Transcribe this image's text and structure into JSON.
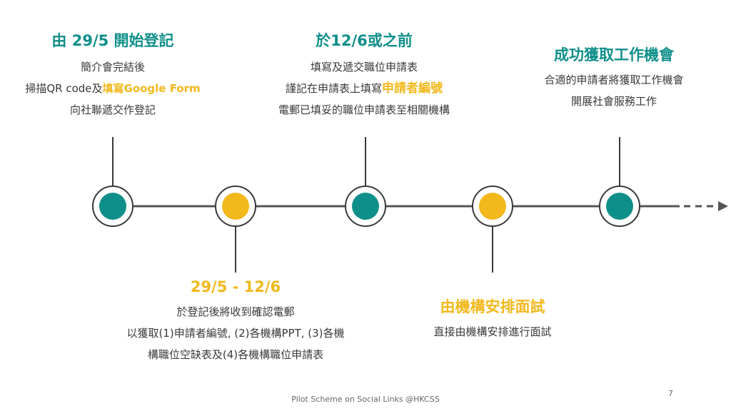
{
  "colors": {
    "teal": "#0f8f8a",
    "gold": "#f2b81c",
    "line": "#555555",
    "node_ring": "#3a3a3a"
  },
  "milestones": [
    {
      "title": "由 29/5 開始登記",
      "lines": [
        {
          "text": "簡介會完結後",
          "highlight": ""
        },
        {
          "text": "掃描QR code及",
          "highlight": "填寫Google Form"
        },
        {
          "text": "向社聯遞交作登記",
          "highlight": ""
        }
      ]
    },
    {
      "title": "29/5 - 12/6",
      "lines": [
        {
          "text": "於登記後將收到確認電郵",
          "highlight": ""
        },
        {
          "text": "以獲取(1)申請者編號, (2)各機構PPT, (3)各機",
          "highlight": ""
        },
        {
          "text": "構職位空缺表及(4)各機構職位申請表",
          "highlight": ""
        }
      ]
    },
    {
      "title": "於12/6或之前",
      "lines": [
        {
          "text": "填寫及遞交職位申請表",
          "highlight": ""
        },
        {
          "text": "謹記在申請表上填寫",
          "highlight": "申請者編號"
        },
        {
          "text": "電郵已填妥的職位申請表至相關機構",
          "highlight": ""
        }
      ]
    },
    {
      "title": "由機構安排面試",
      "lines": [
        {
          "text": "直接由機構安排進行面試",
          "highlight": ""
        }
      ]
    },
    {
      "title": "成功獲取工作機會",
      "lines": [
        {
          "text": "合適的申請者將獲取工作機會",
          "highlight": ""
        },
        {
          "text": "開展社會服務工作",
          "highlight": ""
        }
      ]
    }
  ],
  "footer": "Pilot Scheme on Social Links @HKCSS",
  "page_number": "7"
}
